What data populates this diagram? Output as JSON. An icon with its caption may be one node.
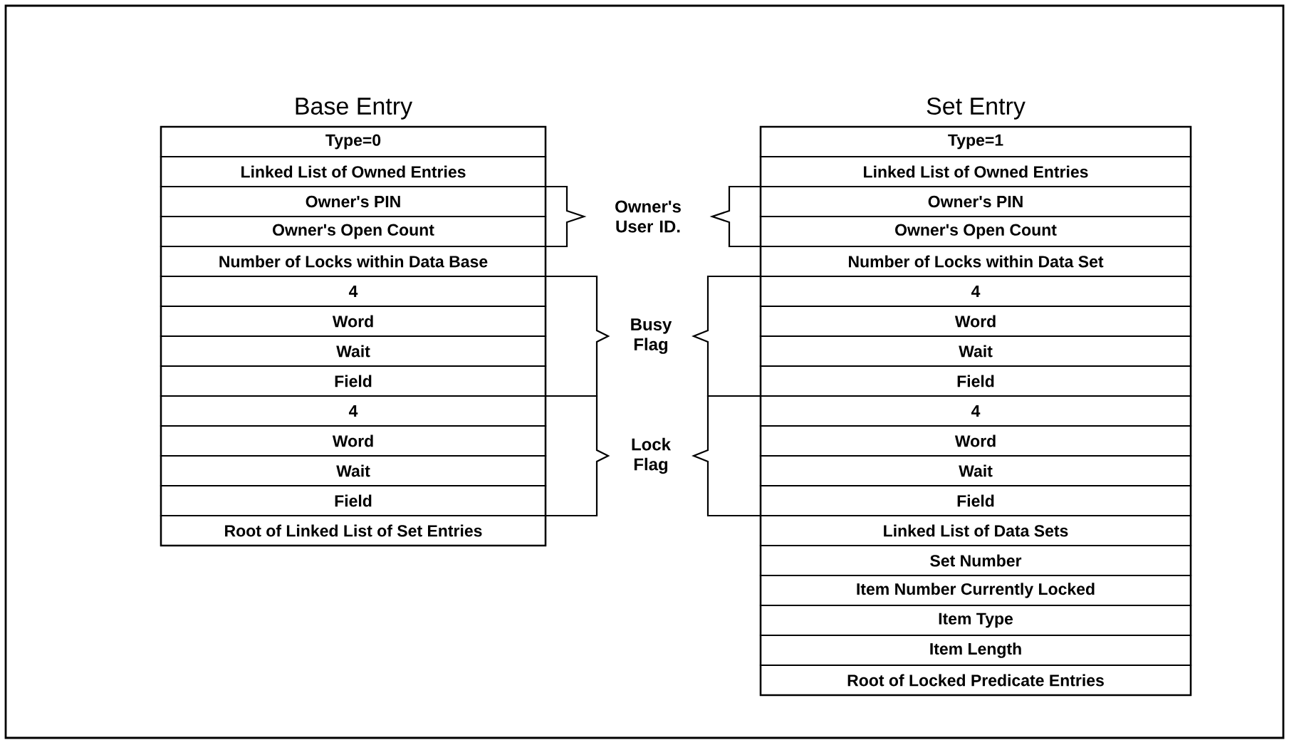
{
  "diagram": {
    "nodes": [
      {
        "text": [
          "Base Entry"
        ]
      },
      {
        "text": [
          "Type=0"
        ],
        "in": 0
      },
      {
        "text": [
          "Linked List of Owned Entries"
        ],
        "in": 0
      },
      {
        "text": [
          "Owner's PIN"
        ],
        "in": 0
      },
      {
        "text": [
          "Owner's Open Count"
        ],
        "in": 0
      },
      {
        "text": [
          "Number of Locks within Data Base"
        ],
        "in": 0
      },
      {
        "text": [
          "4"
        ],
        "in": 0
      },
      {
        "text": [
          "Word"
        ],
        "in": 0
      },
      {
        "text": [
          "Wait"
        ],
        "in": 0
      },
      {
        "text": [
          "Field"
        ],
        "in": 0
      },
      {
        "text": [
          "4"
        ],
        "in": 0
      },
      {
        "text": [
          "Word"
        ],
        "in": 0
      },
      {
        "text": [
          "Wait"
        ],
        "in": 0
      },
      {
        "text": [
          "Field"
        ],
        "in": 0
      },
      {
        "text": [
          "Root of Linked List of Set Entries"
        ],
        "in": 0
      },
      {
        "text": [
          "Set Entry"
        ]
      },
      {
        "text": [
          "Type=1"
        ],
        "in": 15
      },
      {
        "text": [
          "Linked List of Owned Entries"
        ],
        "in": 15
      },
      {
        "text": [
          "Owner's PIN"
        ],
        "in": 15
      },
      {
        "text": [
          "Owner's Open Count"
        ],
        "in": 15
      },
      {
        "text": [
          "Number of Locks within Data Set"
        ],
        "in": 15
      },
      {
        "text": [
          "4"
        ],
        "in": 15
      },
      {
        "text": [
          "Word"
        ],
        "in": 15
      },
      {
        "text": [
          "Wait"
        ],
        "in": 15
      },
      {
        "text": [
          "Field"
        ],
        "in": 15
      },
      {
        "text": [
          "4"
        ],
        "in": 15
      },
      {
        "text": [
          "Word"
        ],
        "in": 15
      },
      {
        "text": [
          "Wait"
        ],
        "in": 15
      },
      {
        "text": [
          "Field"
        ],
        "in": 15
      },
      {
        "text": [
          "Linked List of Data Sets"
        ],
        "in": 15
      },
      {
        "text": [
          "Set Number"
        ],
        "in": 15
      },
      {
        "text": [
          "Item Number Currently Locked"
        ],
        "in": 15
      },
      {
        "text": [
          "Item Type"
        ],
        "in": 15
      },
      {
        "text": [
          "Item Length"
        ],
        "in": 15
      },
      {
        "text": [
          "Root of Locked Predicate Entries"
        ],
        "in": 15
      }
    ],
    "labels": [
      "Owner's User ID.",
      "Busy Flag",
      "Lock Flag"
    ]
  }
}
